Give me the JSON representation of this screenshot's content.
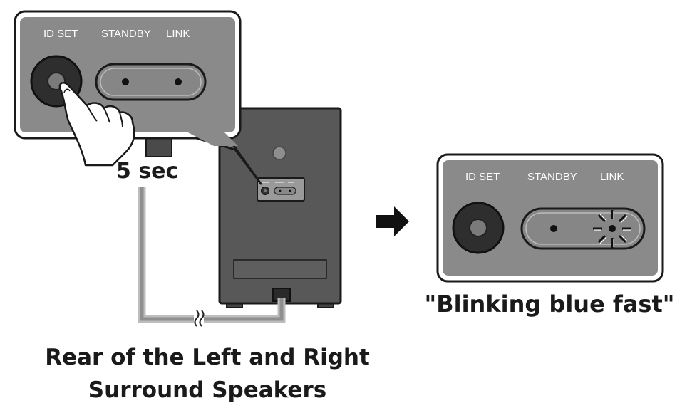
{
  "panel_labels": {
    "id_set": "ID SET",
    "standby": "STANDBY",
    "link": "LINK"
  },
  "press_duration": "5 sec",
  "result_caption": "\"Blinking blue fast\"",
  "speaker_caption": {
    "line1": "Rear of the Left and Right",
    "line2": "Surround Speakers"
  },
  "colors": {
    "panel_gray": "#8a8a8a",
    "speaker_body": "#585858",
    "outline": "#1a1a1a"
  },
  "icons": [
    "finger-press-icon",
    "arrow-right-icon",
    "blink-rays-icon",
    "cable-break-icon"
  ]
}
